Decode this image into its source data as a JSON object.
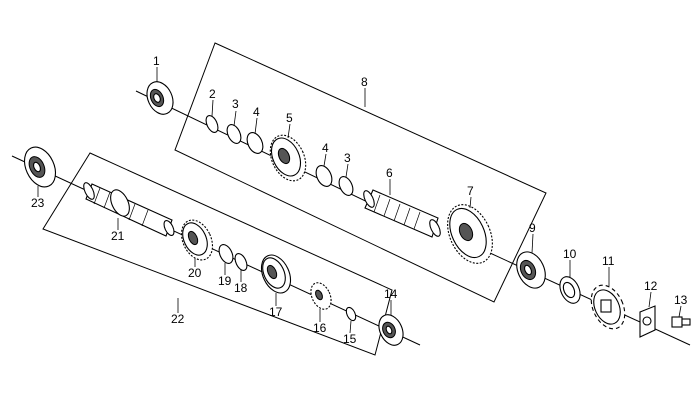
{
  "diagram": {
    "callouts": {
      "n1": "1",
      "n2": "2",
      "n3a": "3",
      "n4a": "4",
      "n5": "5",
      "n4b": "4",
      "n3b": "3",
      "n6": "6",
      "n7": "7",
      "n8": "8",
      "n9": "9",
      "n10": "10",
      "n11": "11",
      "n12": "12",
      "n13": "13",
      "n14": "14",
      "n15": "15",
      "n16": "16",
      "n17": "17",
      "n18": "18",
      "n19": "19",
      "n20": "20",
      "n21": "21",
      "n22": "22",
      "n23": "23"
    }
  }
}
